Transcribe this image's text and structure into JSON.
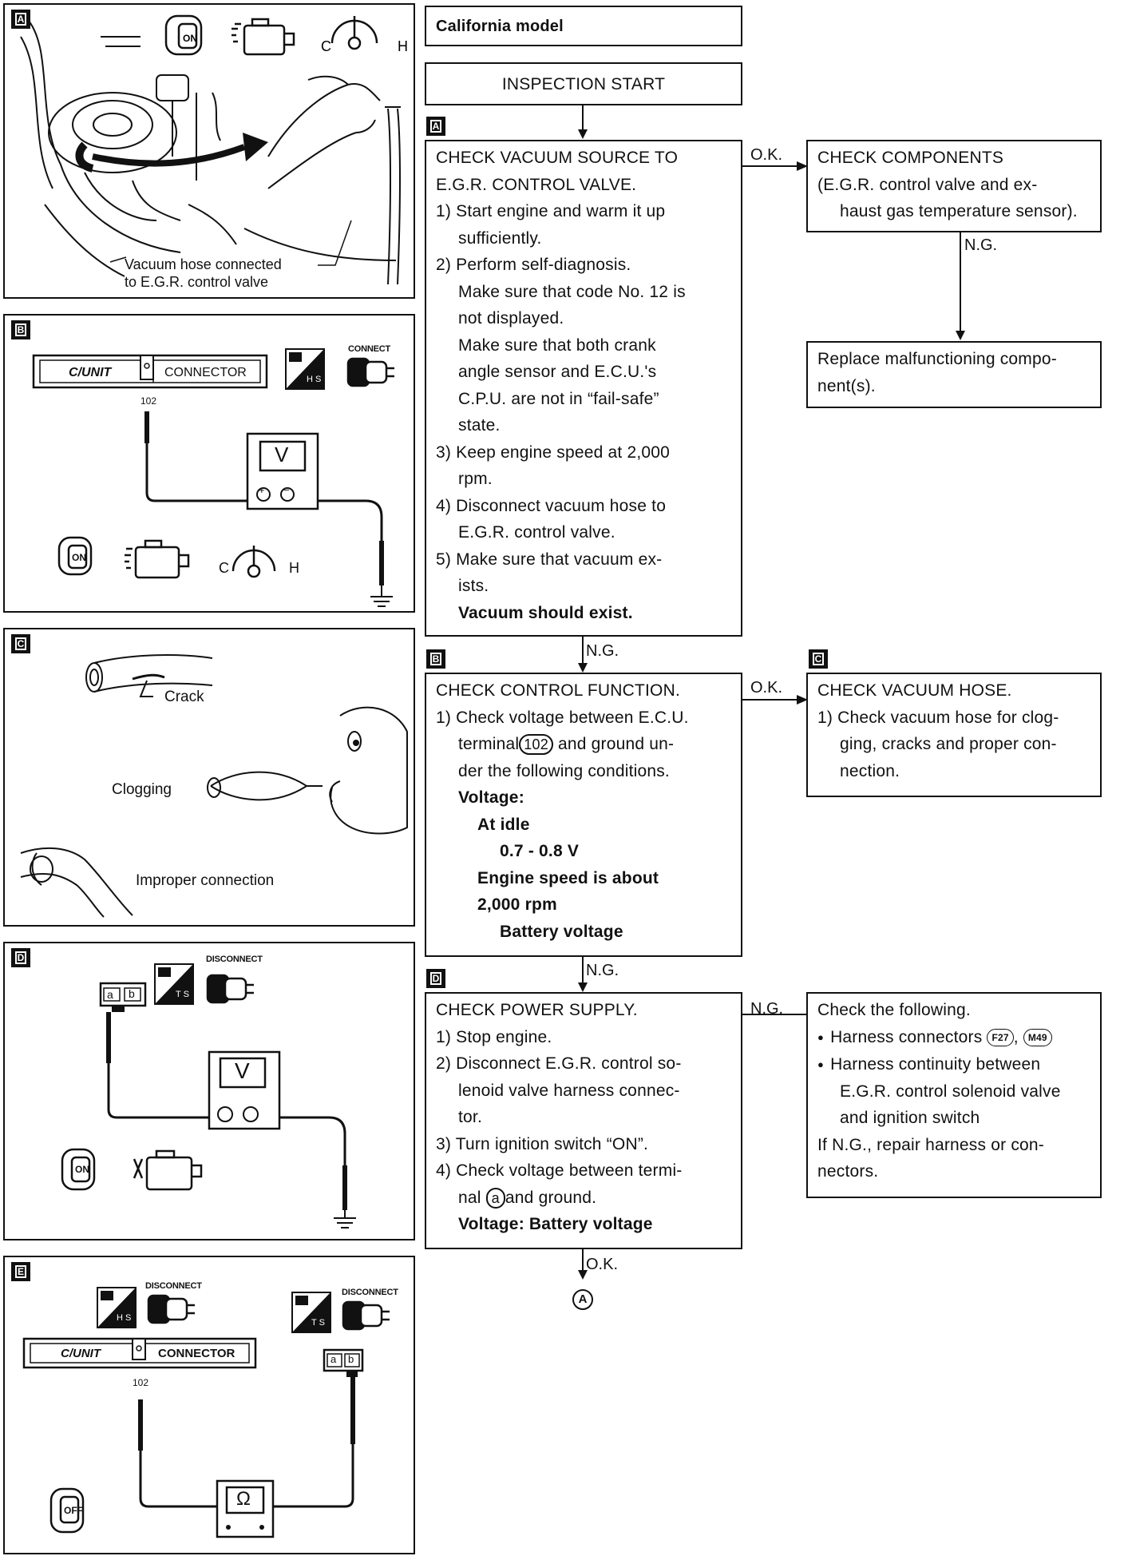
{
  "header": {
    "model": "California model"
  },
  "start": {
    "label": "INSPECTION START"
  },
  "steps": {
    "a": {
      "tag": "A",
      "lines": [
        "CHECK VACUUM SOURCE TO",
        "E.G.R. CONTROL VALVE.",
        "1) Start engine and warm it up",
        "sufficiently.",
        "2) Perform self-diagnosis.",
        "Make sure that code No. 12 is",
        "not displayed.",
        "Make sure that both crank",
        "angle sensor and E.C.U.'s",
        "C.P.U. are not in “fail-safe”",
        "state.",
        "3) Keep engine speed at 2,000",
        "rpm.",
        "4) Disconnect vacuum hose to",
        "E.G.R. control valve.",
        "5) Make sure that vacuum ex-",
        "ists."
      ],
      "result": "Vacuum should exist."
    },
    "b": {
      "tag": "B",
      "lines": [
        "CHECK CONTROL FUNCTION.",
        "1) Check voltage between E.C.U.",
        "terminal",
        "and ground un-",
        "der the following conditions."
      ],
      "terminal": "102",
      "voltage_label": "Voltage:",
      "idle_label": "At idle",
      "idle_value": "0.7 - 0.8 V",
      "speed_label_1": "Engine speed is about",
      "speed_label_2": "2,000 rpm",
      "speed_value": "Battery voltage"
    },
    "d": {
      "tag": "D",
      "lines": [
        "CHECK POWER SUPPLY.",
        "1) Stop engine.",
        "2) Disconnect E.G.R. control so-",
        "lenoid valve harness connec-",
        "tor.",
        "3) Turn ignition switch “ON”.",
        "4) Check voltage between termi-",
        "nal",
        "and ground."
      ],
      "terminal": "a",
      "result": "Voltage: Battery voltage"
    }
  },
  "side": {
    "components": {
      "lines": [
        "CHECK COMPONENTS",
        "(E.G.R. control valve and ex-",
        "haust gas temperature sensor)."
      ]
    },
    "replace": {
      "lines": [
        "Replace malfunctioning compo-",
        "nent(s)."
      ]
    },
    "hose": {
      "tag": "C",
      "lines": [
        "CHECK VACUUM HOSE.",
        "1) Check vacuum hose for clog-",
        "ging, cracks and proper con-",
        "nection."
      ]
    },
    "following": {
      "title": "Check the following.",
      "b1": "Harness connectors",
      "conn1": "F27",
      "conn2": "M49",
      "b2_1": "Harness continuity between",
      "b2_2": "E.G.R. control solenoid valve",
      "b2_3": "and ignition switch",
      "foot_1": "If N.G., repair harness or con-",
      "foot_2": "nectors."
    }
  },
  "flow": {
    "ok": "O.K.",
    "ng": "N.G.",
    "end": "A"
  },
  "figures": {
    "a": {
      "tag": "A",
      "gauge_c": "C",
      "gauge_h": "H",
      "key": "ON",
      "callout_1": "Vacuum hose connected",
      "callout_2": "to E.G.R. control valve"
    },
    "b": {
      "tag": "B",
      "unit": "C/UNIT",
      "connector": "CONNECTOR",
      "pin": "102",
      "meter": "V",
      "plus": "+",
      "minus": "−",
      "connect": "CONNECT",
      "hs": "H S",
      "key": "ON",
      "gauge_c": "C",
      "gauge_h": "H"
    },
    "c": {
      "tag": "C",
      "crack": "Crack",
      "clogging": "Clogging",
      "improper": "Improper connection"
    },
    "d": {
      "tag": "D",
      "disconnect": "DISCONNECT",
      "ts": "T S",
      "pin_a": "a",
      "pin_b": "b",
      "meter": "V",
      "key": "ON"
    },
    "e": {
      "tag": "E",
      "disconnect_1": "DISCONNECT",
      "disconnect_2": "DISCONNECT",
      "hs": "H S",
      "ts": "T S",
      "unit": "C/UNIT",
      "connector": "CONNECTOR",
      "pin": "102",
      "pin_a": "a",
      "pin_b": "b",
      "meter": "Ω",
      "key": "OFF"
    }
  }
}
